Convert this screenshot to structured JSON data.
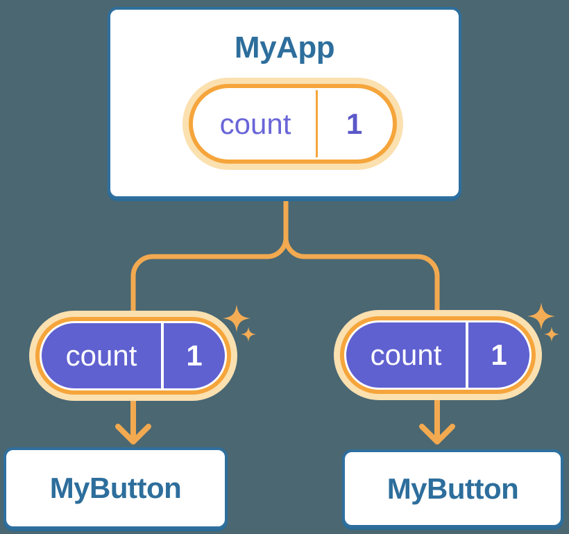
{
  "diagram": {
    "description": "React state tree: parent component passes count state down to two child buttons",
    "root": {
      "title": "MyApp",
      "state": {
        "label": "count",
        "value": "1"
      }
    },
    "children": [
      {
        "title": "MyButton",
        "state": {
          "label": "count",
          "value": "1"
        }
      },
      {
        "title": "MyButton",
        "state": {
          "label": "count",
          "value": "1"
        }
      }
    ]
  },
  "icons": {
    "sparkle": "✦ four-pointed star, one large with one small below-right"
  },
  "colors": {
    "background": "#4A6772",
    "card_fill": "#FFFFFF",
    "card_border": "#2E6F9E",
    "card_title_text": "#2D6E9C",
    "pill_halo": "#FBE0B0",
    "pill_border": "#F5A53B",
    "connector": "#F2A950",
    "sparkle": "#F4AC55",
    "child_pill_fill": "#5F61D0",
    "root_pill_label_text": "#6965D8",
    "root_pill_value_text": "#5B58C9",
    "child_pill_text": "#FFFFFF"
  }
}
